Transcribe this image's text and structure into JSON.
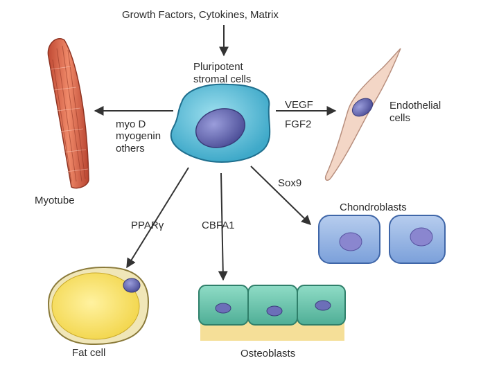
{
  "header": {
    "inputs_label": "Growth Factors, Cytokines, Matrix"
  },
  "center": {
    "line1": "Pluripotent",
    "line2": "stromal cells"
  },
  "myotube": {
    "name": "Myotube",
    "factor_lines": [
      "myo D",
      "myogenin",
      "others"
    ]
  },
  "endothelial": {
    "name_line1": "Endothelial",
    "name_line2": "cells",
    "factors": [
      "VEGF",
      "FGF2"
    ]
  },
  "chondroblasts": {
    "name": "Chondroblasts",
    "factor": "Sox9"
  },
  "fat_cell": {
    "name": "Fat cell",
    "factor": "PPARγ"
  },
  "osteoblasts": {
    "name": "Osteoblasts",
    "factor": "CBFA1"
  },
  "colors": {
    "stromal_cell": "#5bbcd6",
    "nucleus": "#6c6fb8",
    "myotube": "#d96a4f",
    "endothelial": "#f2d3c2",
    "chondroblast": "#8fb1e0",
    "fat_cell": "#f6dd55",
    "osteoblast": "#5fbfa6",
    "matrix": "#f4dd94"
  }
}
